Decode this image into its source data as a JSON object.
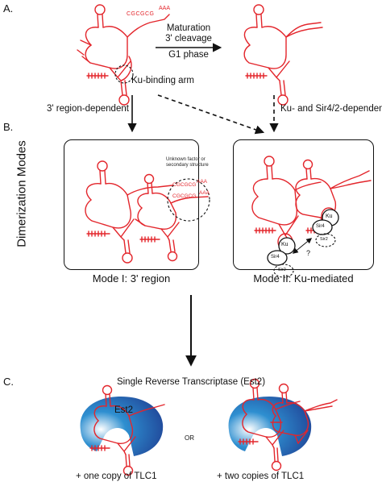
{
  "section_labels": {
    "a": "A.",
    "b": "B.",
    "c": "C."
  },
  "panel_a": {
    "sequence": "CGCGCG",
    "tail": "AAA",
    "process_lines": [
      "Maturation",
      "3' cleavage",
      "G1 phase"
    ],
    "arm_label": "Ku-binding arm"
  },
  "pathways": {
    "left": "3' region-dependent",
    "right": "Ku- and Sir4/2-dependent"
  },
  "side_label": "Dimerization Modes",
  "mode1": {
    "caption": "Mode I: 3' region",
    "note_lines": [
      "Unknown factor or",
      "secondary structure"
    ],
    "seq_1": "CGCGCG",
    "seq_2": "CGCGCG",
    "tail_1": "AAA",
    "tail_2": "AAA"
  },
  "mode2": {
    "caption": "Mode II: Ku-mediated",
    "ku_1": "Ku",
    "ku_2": "Ku",
    "sir4_1": "Sir4",
    "sir4_2": "Sir4",
    "sir2_1": "Sir2",
    "sir2_2": "Sir2",
    "question": "?"
  },
  "panel_c": {
    "title": "Single Reverse Transcriptase (Est2)",
    "enzyme": "Est2",
    "or": "OR",
    "left_caption": "+ one copy of TLC1",
    "right_caption": "+ two copies of TLC1"
  },
  "colors": {
    "rna": "#e3262c",
    "enzyme_dark": "#1f3f93",
    "enzyme_light": "#2e8fd0",
    "line": "#111111"
  }
}
